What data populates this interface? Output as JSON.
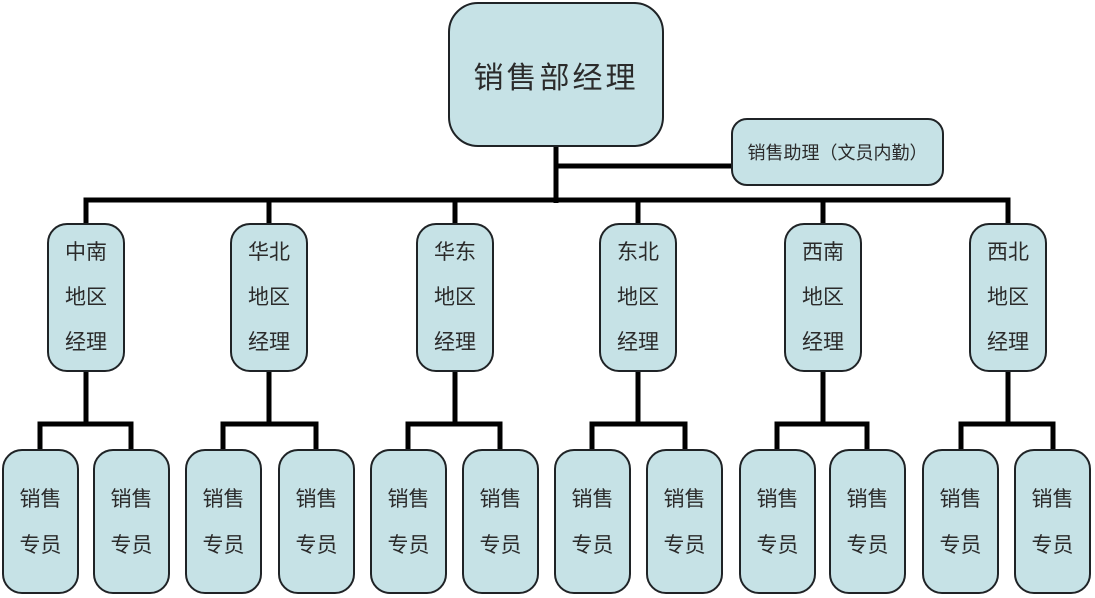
{
  "org": {
    "root": {
      "label": "销售部经理"
    },
    "assistant": {
      "label": "销售助理（文员内勤）"
    },
    "managers": [
      {
        "lines": [
          "中南",
          "地区",
          "经理"
        ],
        "specialists": [
          {
            "lines": [
              "销售",
              "专员"
            ]
          },
          {
            "lines": [
              "销售",
              "专员"
            ]
          }
        ]
      },
      {
        "lines": [
          "华北",
          "地区",
          "经理"
        ],
        "specialists": [
          {
            "lines": [
              "销售",
              "专员"
            ]
          },
          {
            "lines": [
              "销售",
              "专员"
            ]
          }
        ]
      },
      {
        "lines": [
          "华东",
          "地区",
          "经理"
        ],
        "specialists": [
          {
            "lines": [
              "销售",
              "专员"
            ]
          },
          {
            "lines": [
              "销售",
              "专员"
            ]
          }
        ]
      },
      {
        "lines": [
          "东北",
          "地区",
          "经理"
        ],
        "specialists": [
          {
            "lines": [
              "销售",
              "专员"
            ]
          },
          {
            "lines": [
              "销售",
              "专员"
            ]
          }
        ]
      },
      {
        "lines": [
          "西南",
          "地区",
          "经理"
        ],
        "specialists": [
          {
            "lines": [
              "销售",
              "专员"
            ]
          },
          {
            "lines": [
              "销售",
              "专员"
            ]
          }
        ]
      },
      {
        "lines": [
          "西北",
          "地区",
          "经理"
        ],
        "specialists": [
          {
            "lines": [
              "销售",
              "专员"
            ]
          },
          {
            "lines": [
              "销售",
              "专员"
            ]
          }
        ]
      }
    ]
  },
  "colors": {
    "box_fill": "#c6e2e6",
    "box_border": "#1f2326",
    "connector": "#000000",
    "text": "#2b2b2b",
    "background": "#ffffff"
  }
}
